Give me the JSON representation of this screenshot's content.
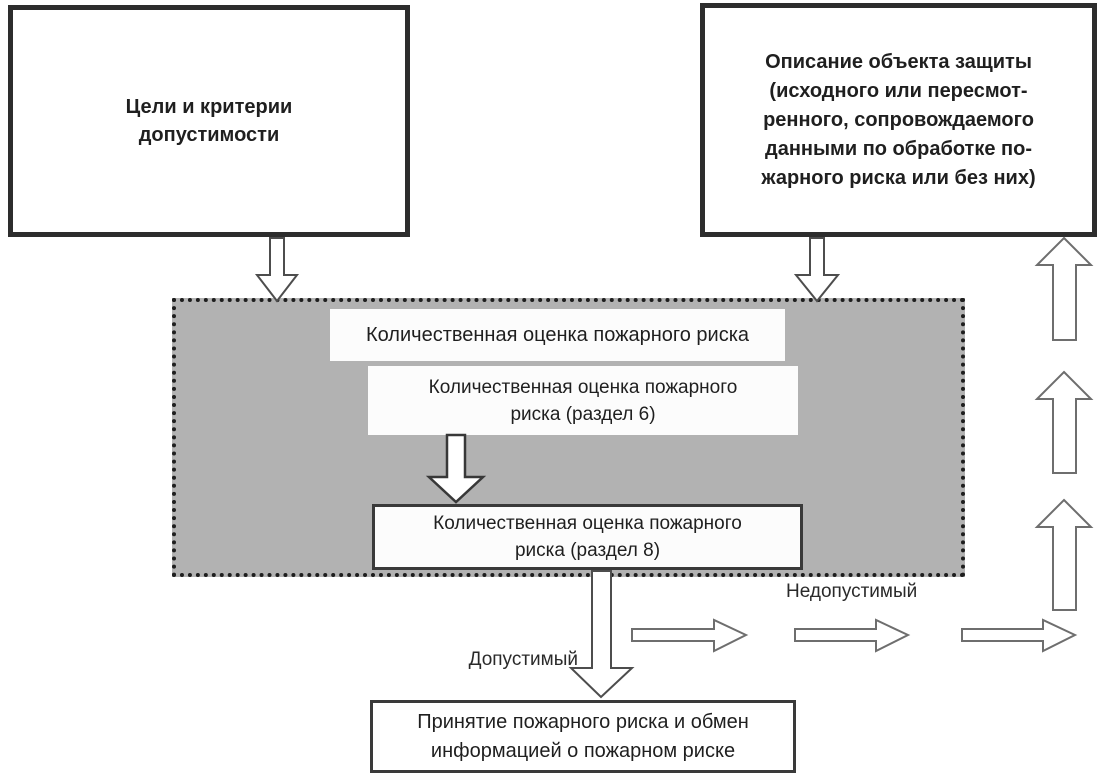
{
  "diagram": {
    "boxes": {
      "goals": {
        "text": "Цели и критерии\nдопустимости"
      },
      "description": {
        "text": "Описание объекта защиты\n(исходного или пересмот-\nренного, сопровождаемого\nданными по обработке по-\nжарного риска или без них)"
      },
      "qra_title": {
        "text": "Количественная оценка пожарного риска"
      },
      "qra_section6": {
        "text": "Количественная оценка пожарного\nриска (раздел 6)"
      },
      "qra_section8": {
        "text": "Количественная оценка пожарного\nриска (раздел 8)"
      },
      "acceptance": {
        "text": "Принятие пожарного риска и обмен\nинформацией о пожарном риске"
      }
    },
    "labels": {
      "acceptable": "Допустимый",
      "unacceptable": "Недопустимый"
    },
    "colors": {
      "container_fill": "#b2b2b2",
      "container_border": "#1e1e1e",
      "box_border": "#2d2d2d",
      "inner_box_border": "#3a3a3a",
      "arrow_outline_dark": "#4d4d4d",
      "arrow_outline_light": "#6e6e6e",
      "text": "#1f1f1f",
      "background": "#ffffff"
    }
  }
}
